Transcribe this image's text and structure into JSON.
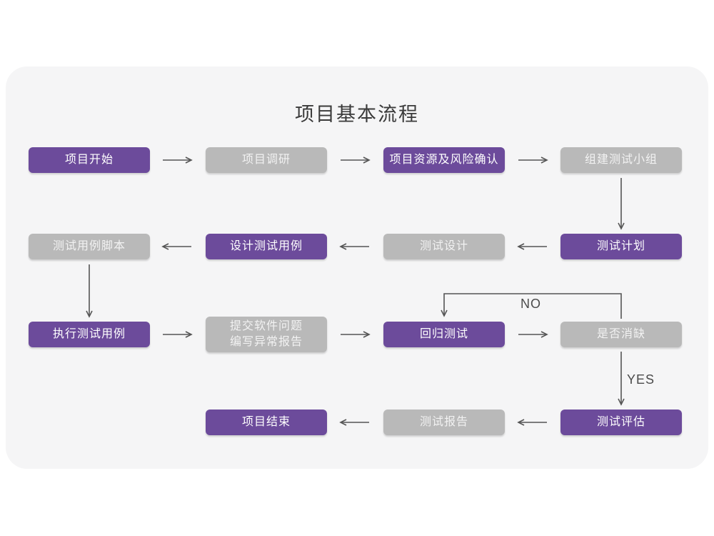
{
  "title": "项目基本流程",
  "nodes": {
    "project_start": {
      "label": "项目开始",
      "variant": "purple"
    },
    "project_research": {
      "label": "项目调研",
      "variant": "gray"
    },
    "resource_risk": {
      "label": "项目资源及风险确认",
      "variant": "purple"
    },
    "build_test_team": {
      "label": "组建测试小组",
      "variant": "gray"
    },
    "test_case_script": {
      "label": "测试用例脚本",
      "variant": "gray"
    },
    "design_test_case": {
      "label": "设计测试用例",
      "variant": "purple"
    },
    "test_design": {
      "label": "测试设计",
      "variant": "gray"
    },
    "test_plan": {
      "label": "测试计划",
      "variant": "purple"
    },
    "execute_test_case": {
      "label": "执行测试用例",
      "variant": "purple"
    },
    "submit_issue_report": {
      "label": "提交软件问题\n编写异常报告",
      "variant": "gray"
    },
    "regression_test": {
      "label": "回归测试",
      "variant": "purple"
    },
    "defect_cleared": {
      "label": "是否消缺",
      "variant": "gray"
    },
    "test_evaluation": {
      "label": "测试评估",
      "variant": "purple"
    },
    "test_report": {
      "label": "测试报告",
      "variant": "gray"
    },
    "project_end": {
      "label": "项目结束",
      "variant": "purple"
    }
  },
  "edge_labels": {
    "no": "NO",
    "yes": "YES"
  },
  "edges": [
    {
      "from": "project_start",
      "to": "project_research"
    },
    {
      "from": "project_research",
      "to": "resource_risk"
    },
    {
      "from": "resource_risk",
      "to": "build_test_team"
    },
    {
      "from": "build_test_team",
      "to": "test_plan"
    },
    {
      "from": "test_plan",
      "to": "test_design"
    },
    {
      "from": "test_design",
      "to": "design_test_case"
    },
    {
      "from": "design_test_case",
      "to": "test_case_script"
    },
    {
      "from": "test_case_script",
      "to": "execute_test_case"
    },
    {
      "from": "execute_test_case",
      "to": "submit_issue_report"
    },
    {
      "from": "submit_issue_report",
      "to": "regression_test"
    },
    {
      "from": "regression_test",
      "to": "defect_cleared"
    },
    {
      "from": "defect_cleared",
      "to": "regression_test",
      "label": "NO"
    },
    {
      "from": "defect_cleared",
      "to": "test_evaluation",
      "label": "YES"
    },
    {
      "from": "test_evaluation",
      "to": "test_report"
    },
    {
      "from": "test_report",
      "to": "project_end"
    }
  ],
  "colors": {
    "purple": "#6c4b9b",
    "gray": "#b9b9b9",
    "card_background": "#f5f5f6",
    "arrow": "#555555",
    "title_text": "#3a3a3a"
  }
}
